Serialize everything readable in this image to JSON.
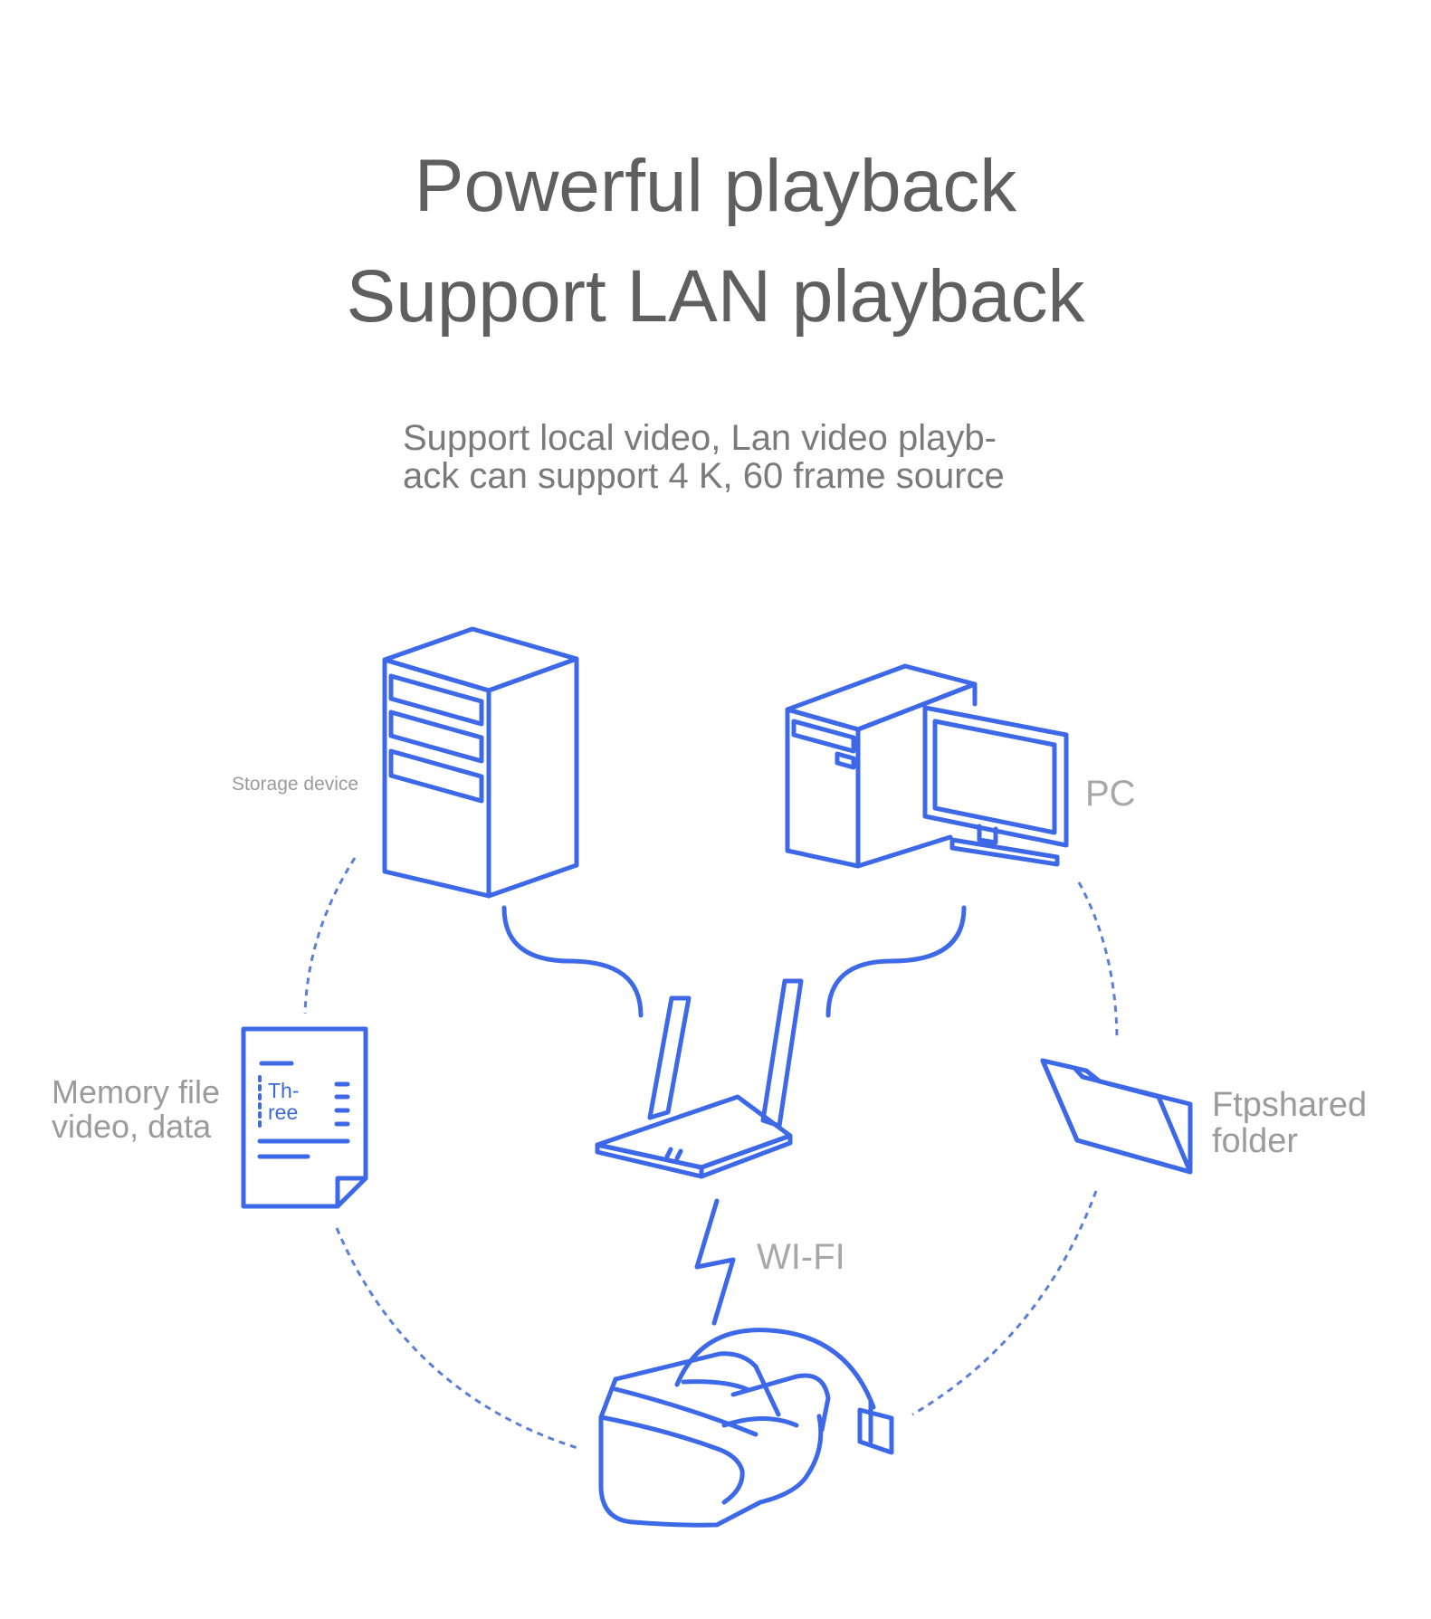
{
  "title": {
    "line1": "Powerful playback",
    "line2": "Support LAN playback"
  },
  "subtitle": {
    "line1": "Support local video, Lan video playb-",
    "line2": "ack can support 4 K, 60 frame source"
  },
  "nodes": {
    "storage": "Storage device",
    "pc": "PC",
    "memory": {
      "line1": "Memory file",
      "line2": "video, data"
    },
    "ftp": {
      "line1": "Ftpshared",
      "line2": "folder"
    },
    "wifi": "WI-FI"
  },
  "document_text": {
    "line1": "Th-",
    "line2": "ree"
  },
  "colors": {
    "icon_stroke": "#3d68e8",
    "dashed_ring": "#5b7fd6",
    "heading_text": "#5f5f5f",
    "label_text": "#9b9b9b"
  },
  "icons": [
    "storage-server-icon",
    "desktop-pc-icon",
    "document-icon",
    "folder-icon",
    "router-icon",
    "wifi-bolt-icon",
    "vr-headset-icon"
  ]
}
